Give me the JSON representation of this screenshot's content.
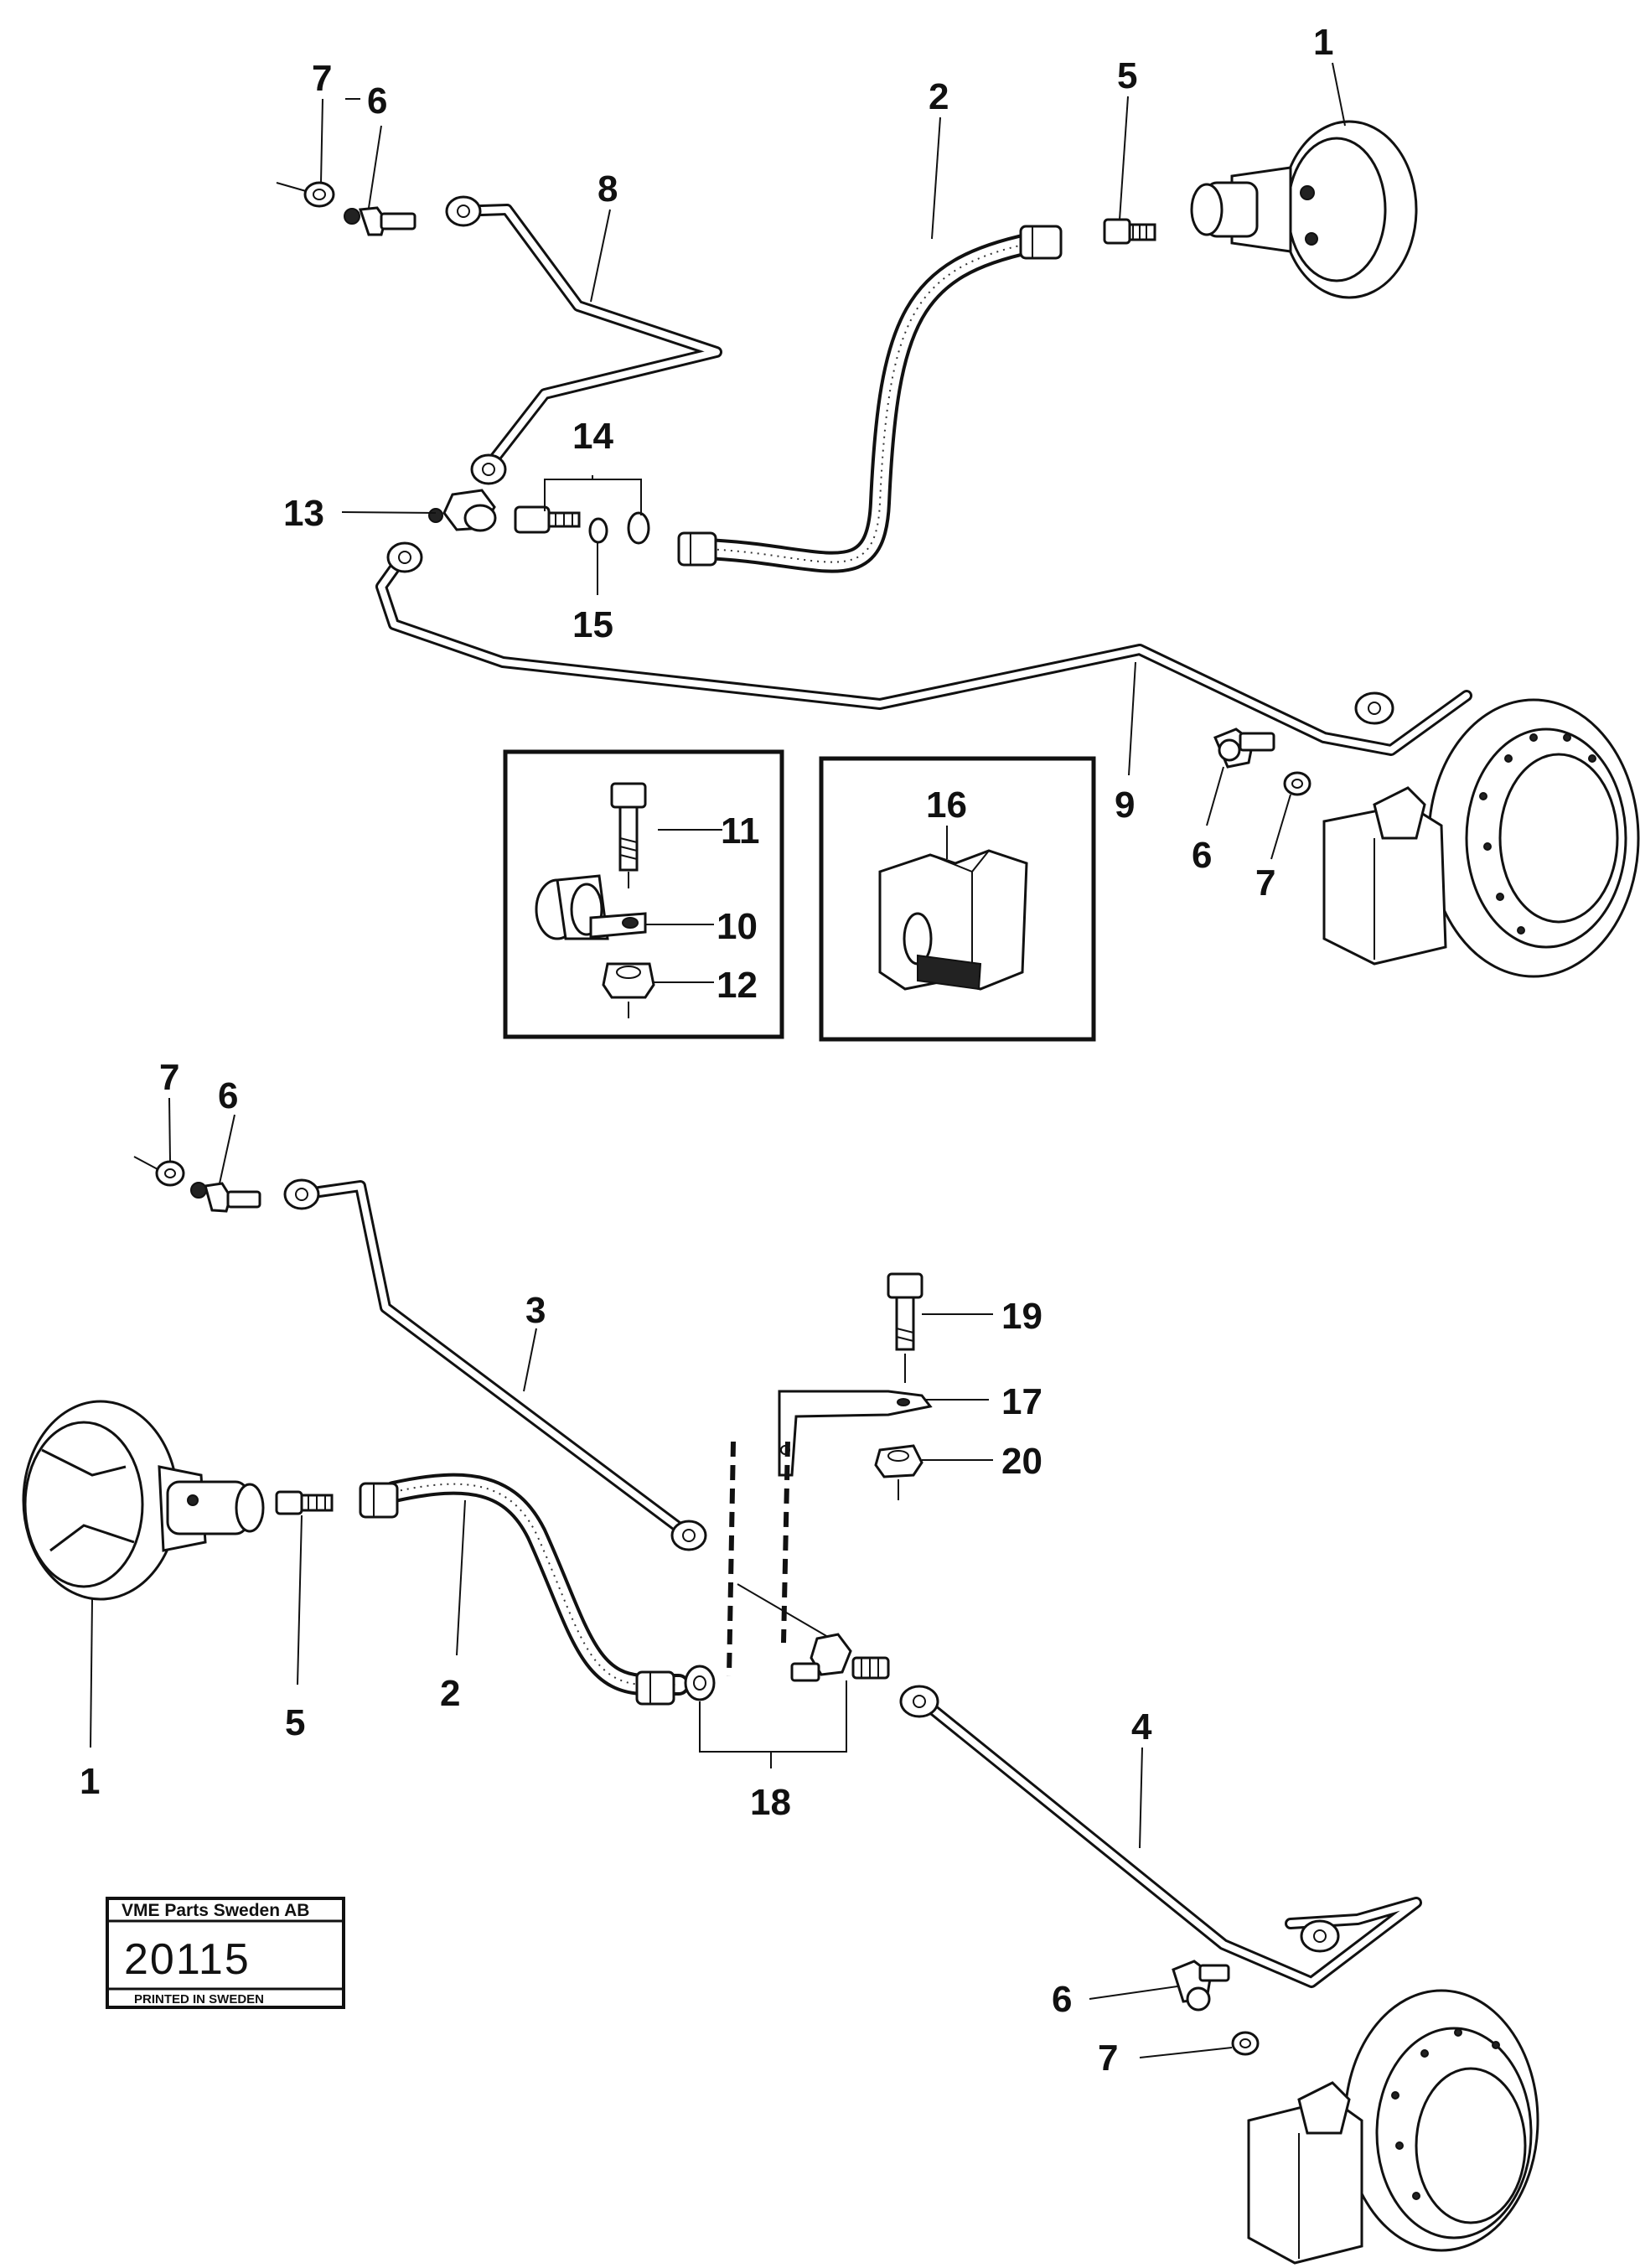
{
  "callouts": {
    "c1_top": "1",
    "c2_top": "2",
    "c5_top": "5",
    "c6_topleft": "6",
    "c7_topleft": "7",
    "c8": "8",
    "c13": "13",
    "c14": "14",
    "c15": "15",
    "c9": "9",
    "c6_right": "6",
    "c7_right": "7",
    "c11": "11",
    "c10": "10",
    "c12": "12",
    "c16": "16",
    "c7_mid": "7",
    "c6_mid": "6",
    "c3": "3",
    "c19": "19",
    "c17": "17",
    "c20": "20",
    "c1_bot": "1",
    "c5_bot": "5",
    "c2_bot": "2",
    "c18": "18",
    "c4": "4",
    "c6_bot": "6",
    "c7_bot": "7"
  },
  "stamp": {
    "company": "VME Parts Sweden AB",
    "number": "20115",
    "printed": "PRINTED IN SWEDEN"
  }
}
